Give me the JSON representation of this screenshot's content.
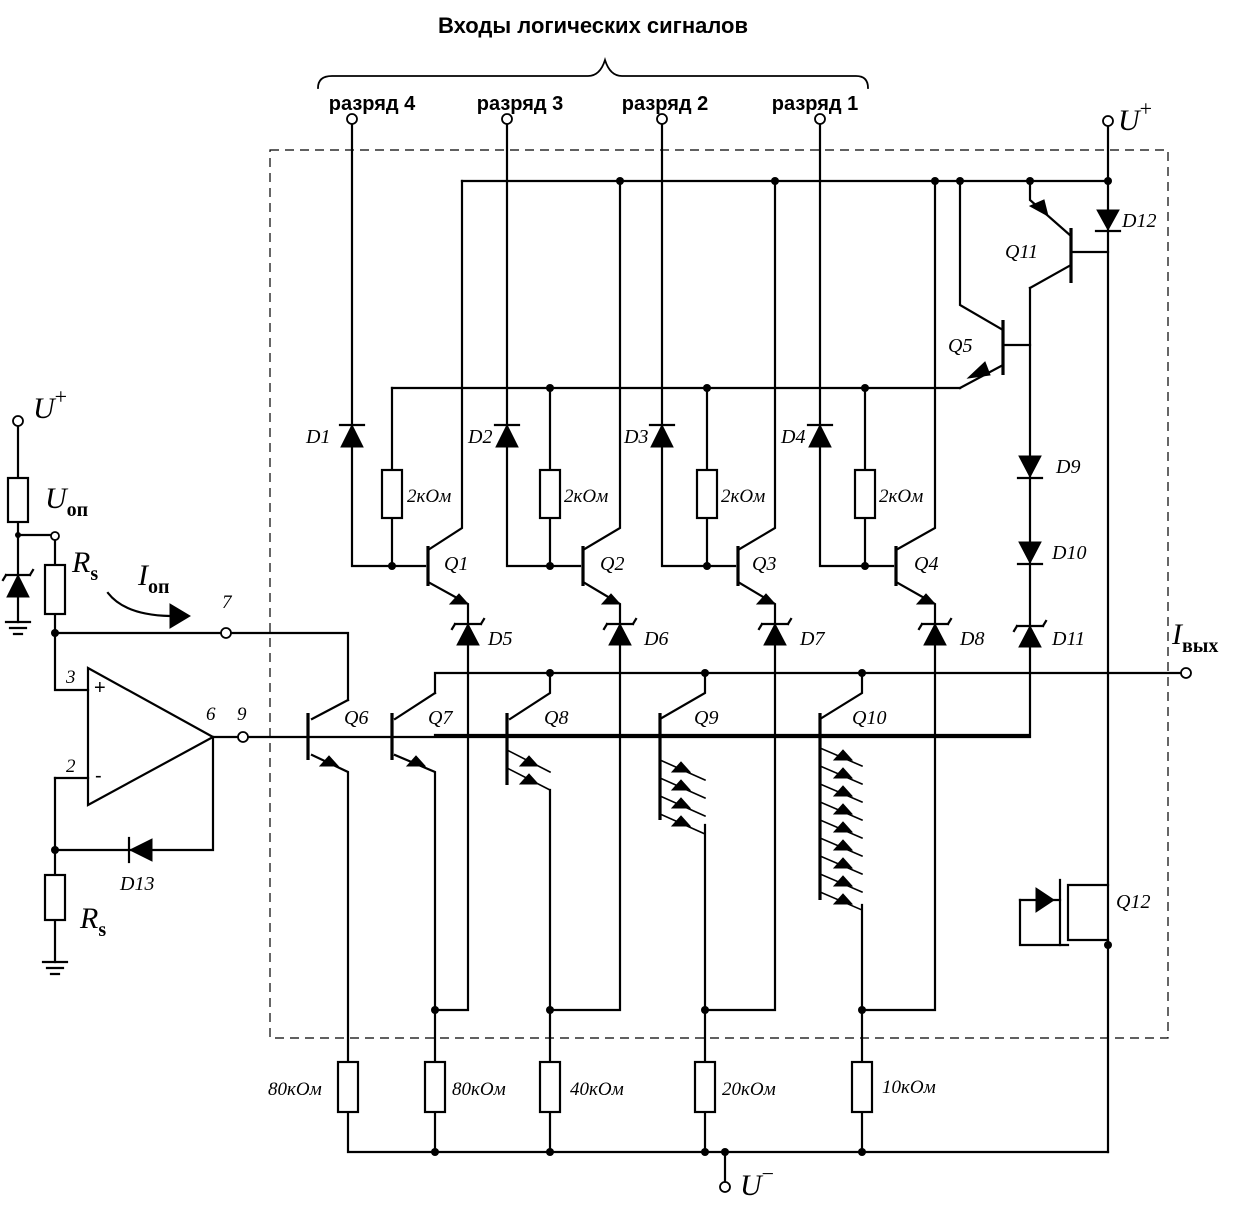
{
  "title": "Входы логических сигналов",
  "inputs": [
    "разряд 4",
    "разряд 3",
    "разряд 2",
    "разряд 1"
  ],
  "supply": {
    "u": "U",
    "plus": "+",
    "minus": "−"
  },
  "ref": {
    "u_sub": "оп",
    "i_sub": "оп",
    "rs": "R",
    "rs_sub": "s"
  },
  "output": {
    "i": "I",
    "i_sub": "вых"
  },
  "pins": {
    "p2": "2",
    "p3": "3",
    "p6": "6",
    "p7": "7",
    "p9": "9",
    "plus": "+",
    "minus": "-"
  },
  "transistors": [
    "Q1",
    "Q2",
    "Q3",
    "Q4",
    "Q5",
    "Q6",
    "Q7",
    "Q8",
    "Q9",
    "Q10",
    "Q11",
    "Q12"
  ],
  "diodes": [
    "D1",
    "D2",
    "D3",
    "D4",
    "D5",
    "D6",
    "D7",
    "D8",
    "D9",
    "D10",
    "D11",
    "D12",
    "D13"
  ],
  "inner_resistors": [
    "2кОм",
    "2кОм",
    "2кОм",
    "2кОм"
  ],
  "emitter_resistors": [
    "80кОм",
    "80кОм",
    "40кОм",
    "20кОм",
    "10кОм"
  ]
}
